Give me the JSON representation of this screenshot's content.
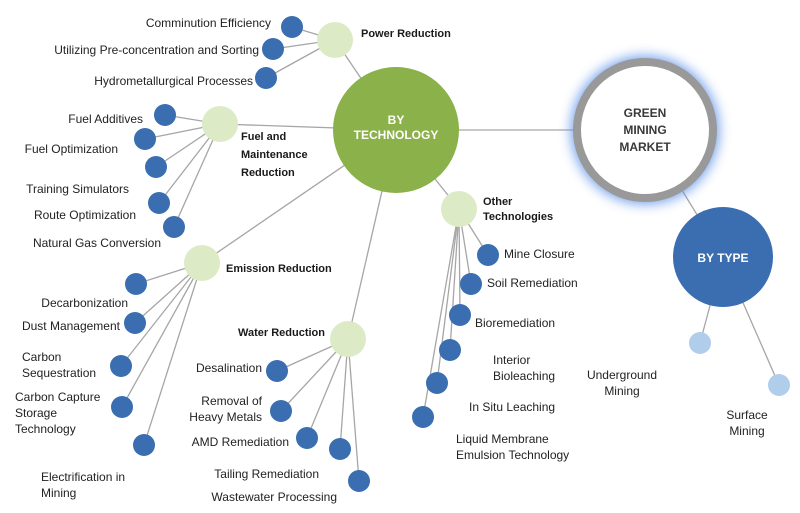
{
  "colors": {
    "dark_node": "#3a6eb0",
    "light_node": "#dcebc5",
    "hub_green": "#8bb14a",
    "hub_blue": "#3a6eb0",
    "type_leaf": "#b0cdeb",
    "line": "#a6a6a6",
    "root_ring": "#999999",
    "root_glow": "#5a8fe8"
  },
  "root": {
    "lines": [
      "GREEN",
      "MINING",
      "MARKET"
    ]
  },
  "by_technology": {
    "lines": [
      "BY",
      "TECHNOLOGY"
    ]
  },
  "by_type": {
    "lines": [
      "BY TYPE"
    ]
  },
  "categories": {
    "power_reduction": {
      "label_lines": [
        "Power Reduction"
      ],
      "items": [
        {
          "lines": [
            "Comminution Efficiency"
          ]
        },
        {
          "lines": [
            "Utilizing Pre-concentration and Sorting"
          ]
        },
        {
          "lines": [
            "Hydrometallurgical Processes"
          ]
        }
      ]
    },
    "fuel_maintenance": {
      "label_lines": [
        "Fuel and",
        "Maintenance",
        "Reduction"
      ],
      "items": [
        {
          "lines": [
            "Fuel Additives"
          ]
        },
        {
          "lines": [
            "Fuel Optimization"
          ]
        },
        {
          "lines": [
            "Training Simulators"
          ]
        },
        {
          "lines": [
            "Route Optimization"
          ]
        },
        {
          "lines": [
            "Natural Gas Conversion"
          ]
        }
      ]
    },
    "emission_reduction": {
      "label_lines": [
        "Emission Reduction"
      ],
      "items": [
        {
          "lines": [
            "Decarbonization"
          ]
        },
        {
          "lines": [
            "Dust Management"
          ]
        },
        {
          "lines": [
            "Carbon",
            "Sequestration"
          ]
        },
        {
          "lines": [
            "Carbon Capture",
            "Storage",
            "Technology"
          ]
        },
        {
          "lines": [
            "Electrification in",
            "Mining"
          ]
        }
      ]
    },
    "water_reduction": {
      "label_lines": [
        "Water Reduction"
      ],
      "items": [
        {
          "lines": [
            "Desalination"
          ]
        },
        {
          "lines": [
            "Removal of",
            "Heavy Metals"
          ]
        },
        {
          "lines": [
            "AMD Remediation"
          ]
        },
        {
          "lines": [
            "Tailing Remediation"
          ]
        },
        {
          "lines": [
            "Wastewater Processing"
          ]
        }
      ]
    },
    "other_technologies": {
      "label_lines": [
        "Other",
        "Technologies"
      ],
      "items": [
        {
          "lines": [
            "Mine Closure"
          ]
        },
        {
          "lines": [
            "Soil Remediation"
          ]
        },
        {
          "lines": [
            "Bioremediation"
          ]
        },
        {
          "lines": [
            "Interior",
            "Bioleaching"
          ]
        },
        {
          "lines": [
            "In Situ Leaching"
          ]
        },
        {
          "lines": [
            "Liquid Membrane",
            "Emulsion Technology"
          ]
        }
      ]
    }
  },
  "types": {
    "items": [
      {
        "lines": [
          "Underground",
          "Mining"
        ]
      },
      {
        "lines": [
          "Surface",
          "Mining"
        ]
      }
    ]
  }
}
